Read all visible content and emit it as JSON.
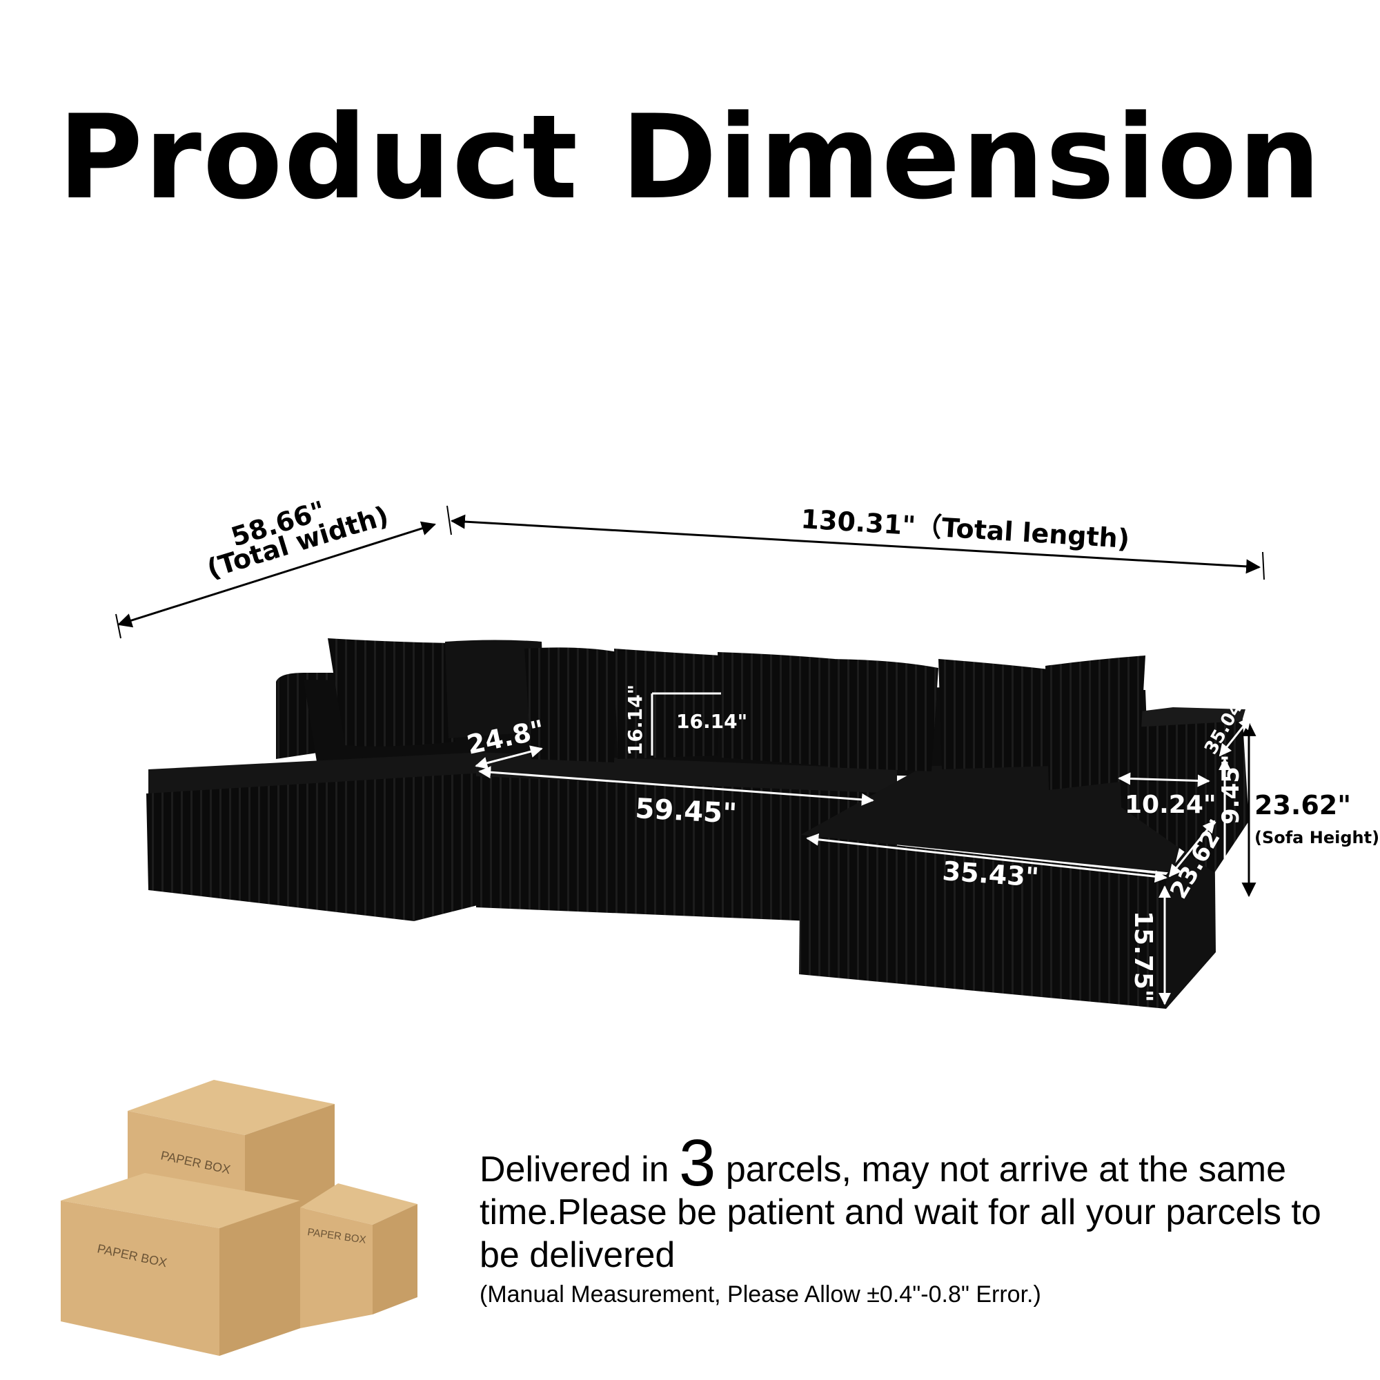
{
  "title": "Product Dimension",
  "dimensions": {
    "total_width_value": "58.66\"",
    "total_width_label": "(Total width)",
    "total_length": "130.31\"（Total length)",
    "seat_depth": "24.8\"",
    "pillow_height": "16.14\"",
    "pillow_width": "16.14\"",
    "center_length": "59.45\"",
    "chaise_length": "35.43\"",
    "arm_width": "10.24\"",
    "arm_depth": "35.04\"",
    "arm_height": "9.45\"",
    "chaise_width": "23.62\"",
    "seat_height": "15.75\"",
    "sofa_height_value": "23.62\"",
    "sofa_height_label": "(Sofa Height)"
  },
  "boxes": {
    "label": "PAPER BOX"
  },
  "delivery": {
    "prefix": "Delivered in ",
    "count": "3",
    "suffix": " parcels, may not arrive at the same time.Please be patient and wait for all your parcels to be delivered",
    "disclaimer": "(Manual Measurement, Please Allow ±0.4\"-0.8\" Error.)"
  },
  "colors": {
    "sofa": "#0a0a0a",
    "box": "#d9b27c",
    "box_dark": "#c79e66"
  }
}
